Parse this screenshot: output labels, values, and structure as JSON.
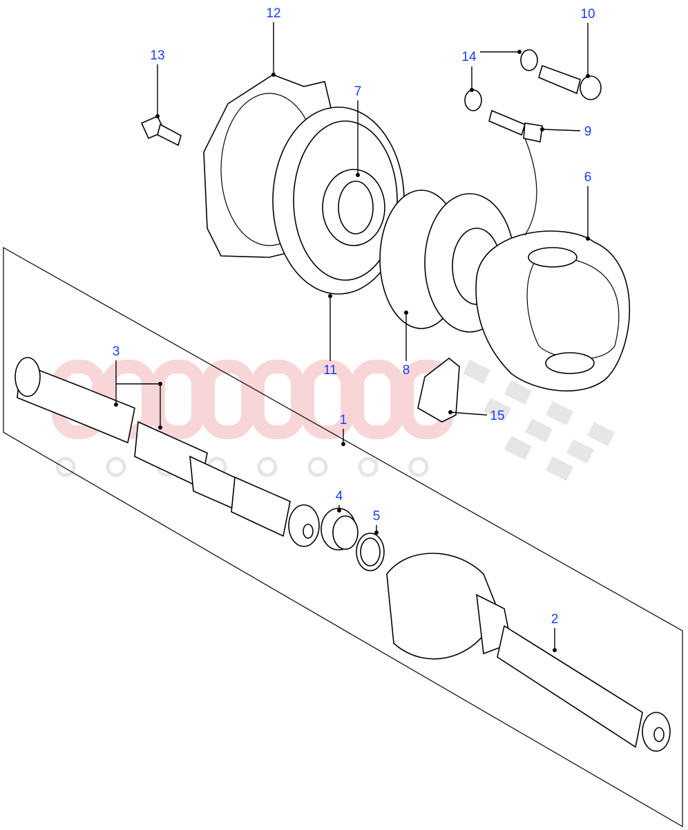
{
  "watermark": {
    "brand": "scuderia",
    "sub": "car parts",
    "brand_color": "#f6c9cc"
  },
  "label_color": "#1a3cff",
  "callouts": [
    {
      "id": "1",
      "label": "1"
    },
    {
      "id": "2",
      "label": "2"
    },
    {
      "id": "3",
      "label": "3"
    },
    {
      "id": "4",
      "label": "4"
    },
    {
      "id": "5",
      "label": "5"
    },
    {
      "id": "6",
      "label": "6"
    },
    {
      "id": "7",
      "label": "7"
    },
    {
      "id": "8",
      "label": "8"
    },
    {
      "id": "9",
      "label": "9"
    },
    {
      "id": "10",
      "label": "10"
    },
    {
      "id": "11",
      "label": "11"
    },
    {
      "id": "12",
      "label": "12"
    },
    {
      "id": "13",
      "label": "13"
    },
    {
      "id": "14",
      "label": "14"
    },
    {
      "id": "15",
      "label": "15"
    }
  ]
}
